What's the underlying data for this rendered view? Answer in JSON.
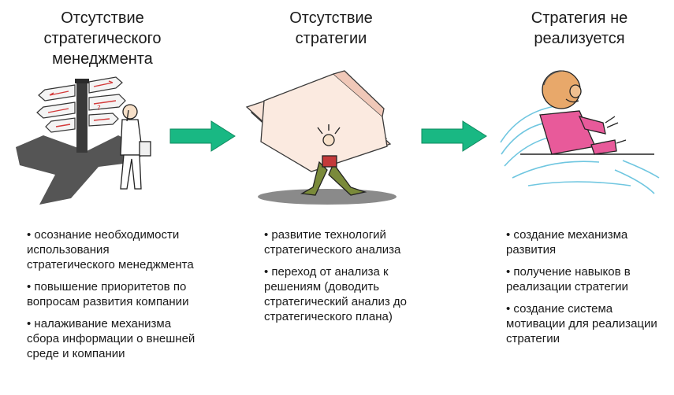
{
  "columns": [
    {
      "title": "Отсутствие\nстратегического\nменеджмента",
      "bullets": [
        "• осознание необходимости использования стратегического менеджмента",
        "• повышение приоритетов по вопросам развития компании",
        "• налаживание механизма сбора информации о внешней среде и компании"
      ]
    },
    {
      "title": "Отсутствие\nстратегии",
      "bullets": [
        "• развитие технологий стратегического анализа",
        "• переход от анализа к решениям (доводить стратегический анализ до стратегического плана)"
      ]
    },
    {
      "title": "Стратегия не\nреализуется",
      "bullets": [
        "• создание механизма развития",
        "• получение навыков в реализации стратегии",
        "• создание система мотивации для реализации стратегии"
      ]
    }
  ],
  "icons": {
    "illustration_1": "signpost-confused-man-icon",
    "illustration_2": "man-crushed-by-papers-icon",
    "illustration_3": "angry-man-at-desk-icon",
    "arrow": "right-arrow-icon"
  },
  "colors": {
    "arrow_fill": "#19b883",
    "arrow_stroke": "#0e8a5f"
  }
}
